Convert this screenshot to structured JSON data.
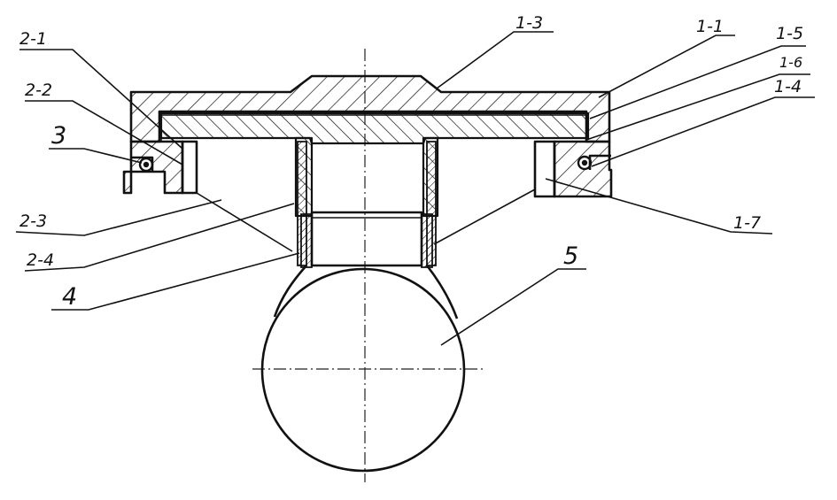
{
  "labels": {
    "l_2_1": "2-1",
    "l_2_2": "2-2",
    "l_3": "3",
    "l_2_3": "2-3",
    "l_2_4": "2-4",
    "l_4": "4",
    "l_1_3": "1-3",
    "l_1_1": "1-1",
    "l_1_5": "1-5",
    "l_1_6": "1-6",
    "l_1_4": "1-4",
    "l_1_7": "1-7",
    "l_5": "5"
  }
}
